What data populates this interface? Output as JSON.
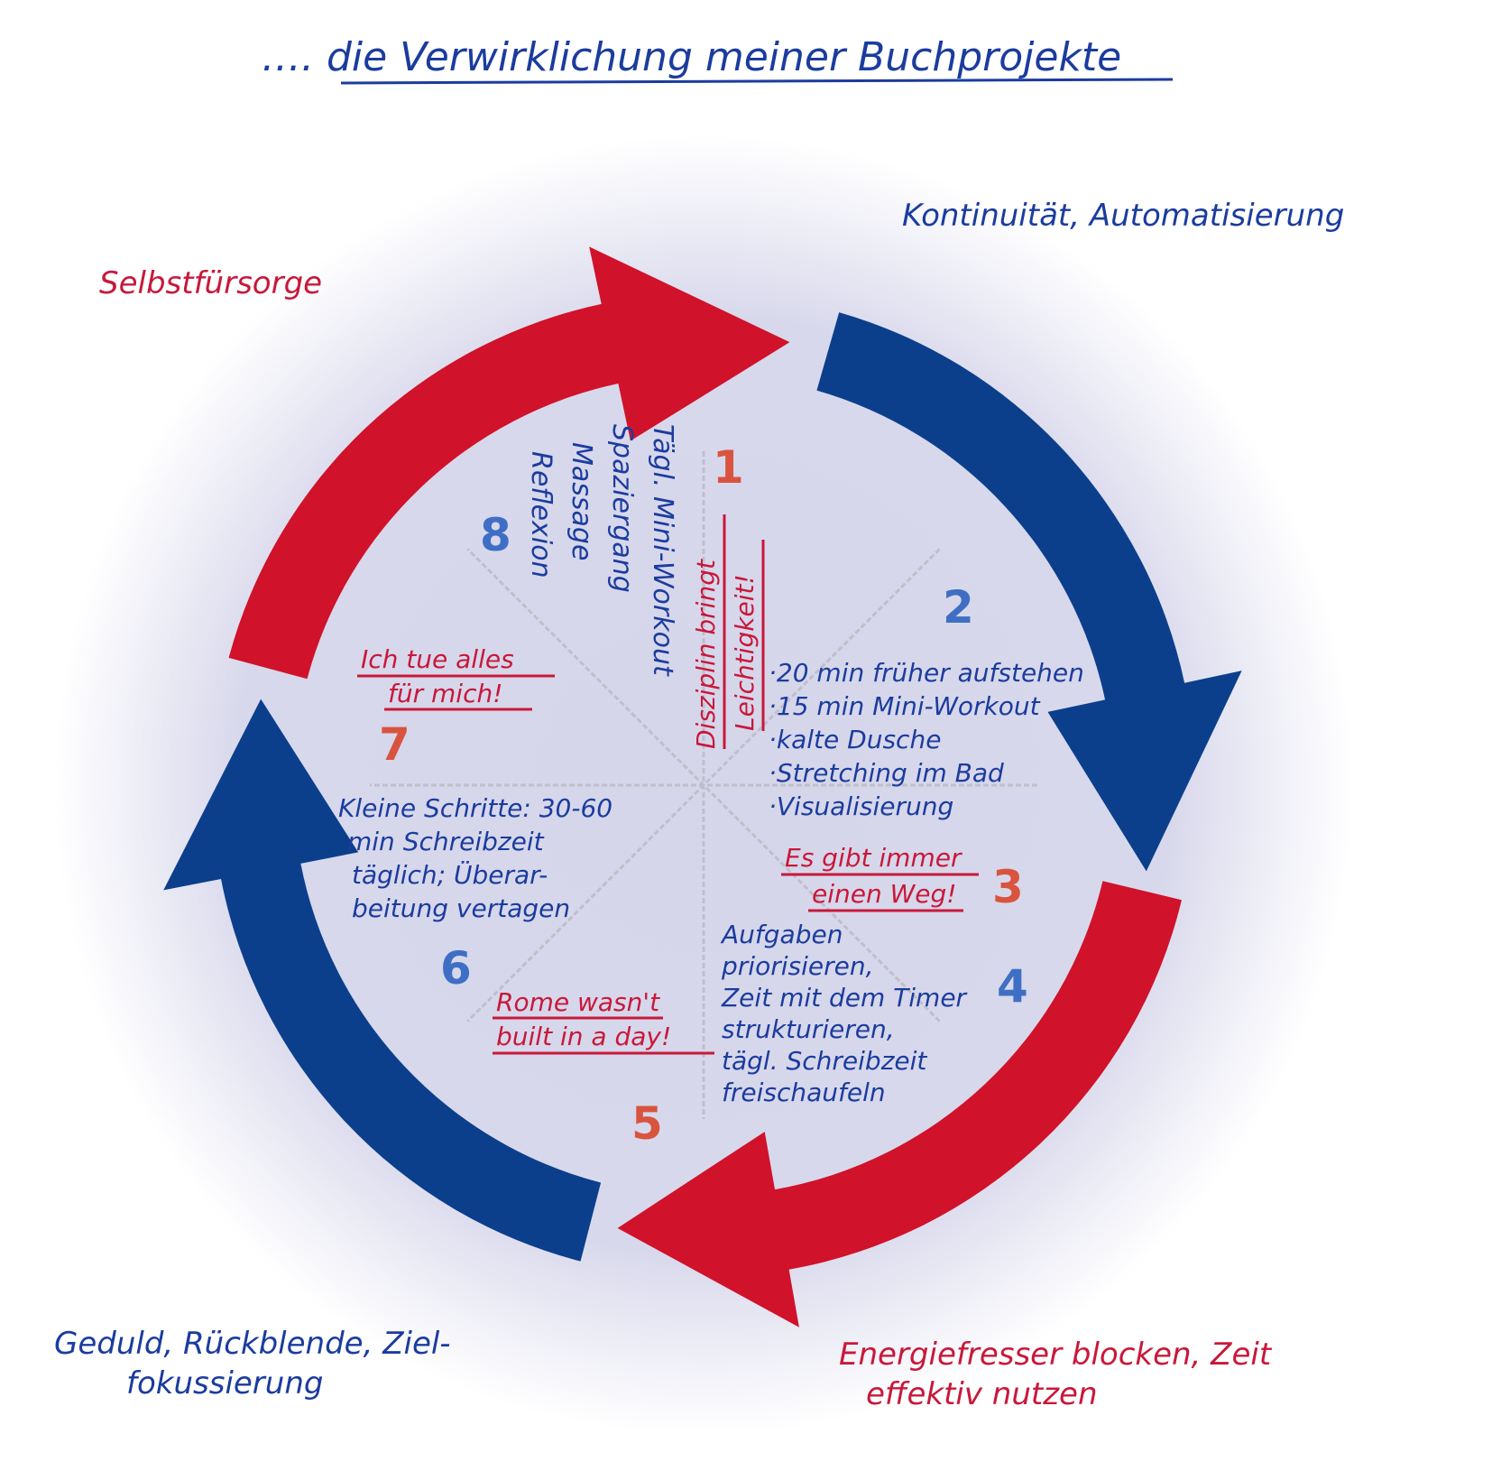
{
  "title": "…. die Verwirklichung meiner Buchprojekte",
  "colors": {
    "red_arrow": "#d0122a",
    "blue_arrow": "#0b3f8c",
    "red_text": "#c8183a",
    "blue_text": "#1b3c9e",
    "number_red": "#d9543e",
    "number_blue": "#3f6fc4",
    "disk": "#d6d6ea"
  },
  "cycle_labels": {
    "top_left": "Selbstfürsorge",
    "top_right": "Kontinuität, Automatisierung",
    "bottom_right": [
      "Energiefresser blocken, Zeit",
      "effektiv nutzen"
    ],
    "bottom_left": [
      "Geduld, Rückblende, Ziel-",
      "fokussierung"
    ]
  },
  "segments": [
    {
      "number": "1",
      "lines": [
        "Disziplin bringt",
        "Leichtigkeit!"
      ]
    },
    {
      "number": "2",
      "lines": [
        "·20 min früher aufstehen",
        "·15 min Mini-Workout",
        "·kalte Dusche",
        "·Stretching im Bad",
        "·Visualisierung"
      ]
    },
    {
      "number": "3",
      "lines": [
        "Es gibt immer",
        "einen Weg!"
      ]
    },
    {
      "number": "4",
      "lines": [
        "Aufgaben",
        "priorisieren,",
        "Zeit mit dem Timer",
        "strukturieren,",
        "tägl. Schreibzeit",
        "freischaufeln"
      ]
    },
    {
      "number": "5",
      "lines": [
        "Rome wasn't",
        "built in a day!"
      ]
    },
    {
      "number": "6",
      "lines": [
        "Kleine Schritte: 30-60",
        "min Schreibzeit",
        "täglich; Überar-",
        "beitung vertagen"
      ]
    },
    {
      "number": "7",
      "lines": [
        "Ich tue alles",
        "für mich!"
      ]
    },
    {
      "number": "8",
      "lines": [
        "Tägl. Mini-Workout",
        "Spaziergang",
        "Massage",
        "Reflexion"
      ]
    }
  ]
}
